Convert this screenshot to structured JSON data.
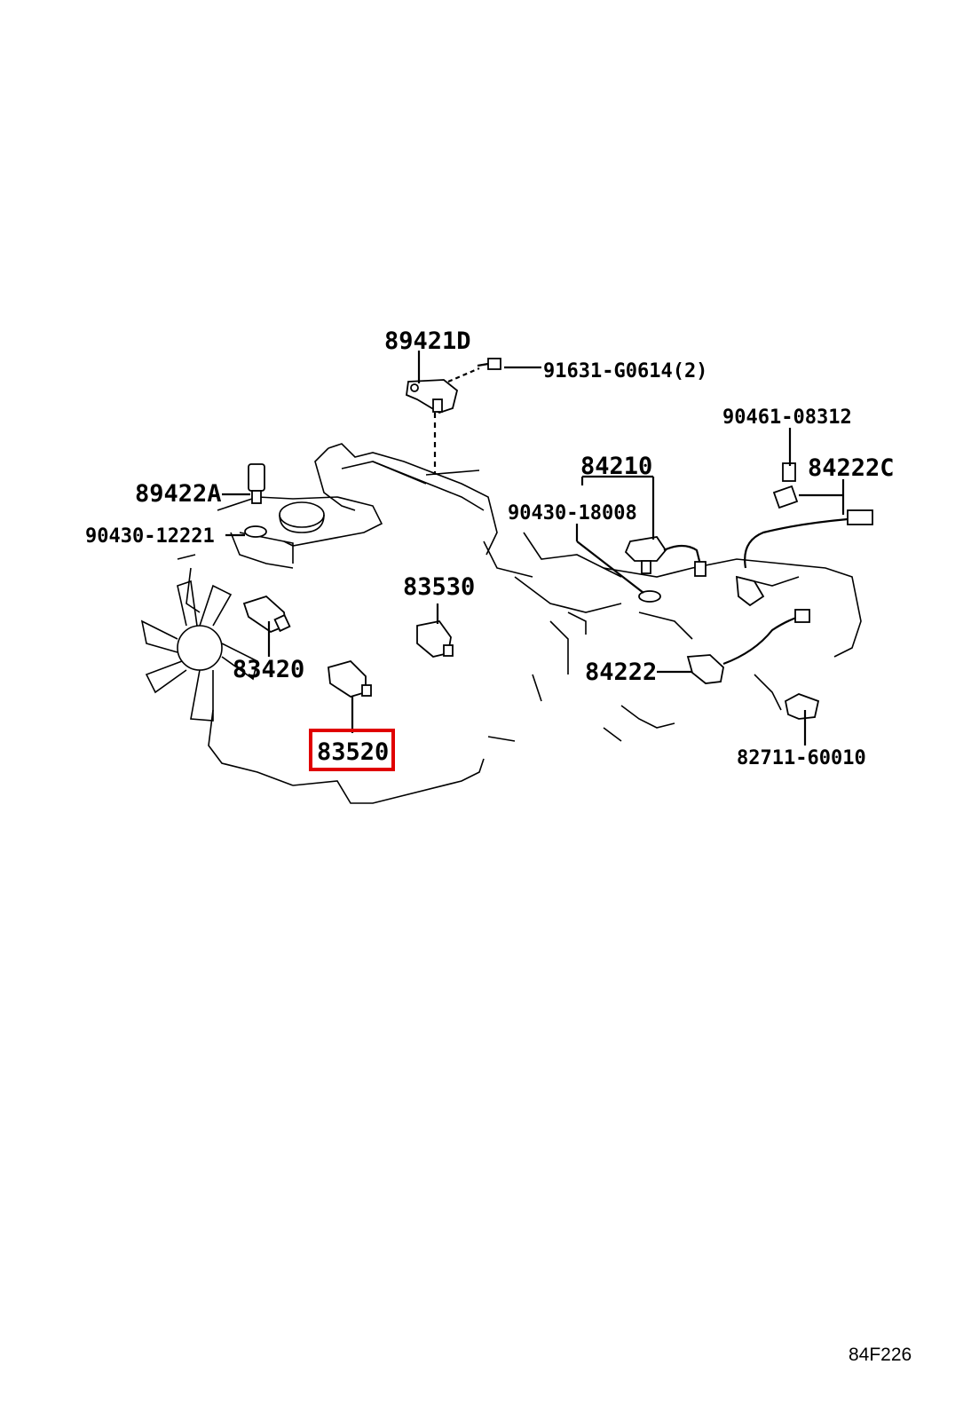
{
  "labels": {
    "p89421D": "89421D",
    "p91631": "91631-G0614(2)",
    "p90461": "90461-08312",
    "p84210": "84210",
    "p84222C": "84222C",
    "p89422A": "89422A",
    "p90430_18008": "90430-18008",
    "p90430_12221": "90430-12221",
    "p83530": "83530",
    "p83420": "83420",
    "p84222": "84222",
    "p83520": "83520",
    "p82711": "82711-60010"
  },
  "highlighted_part": "83520",
  "highlight_color": "#e00000",
  "diagram_ref": "84F226"
}
